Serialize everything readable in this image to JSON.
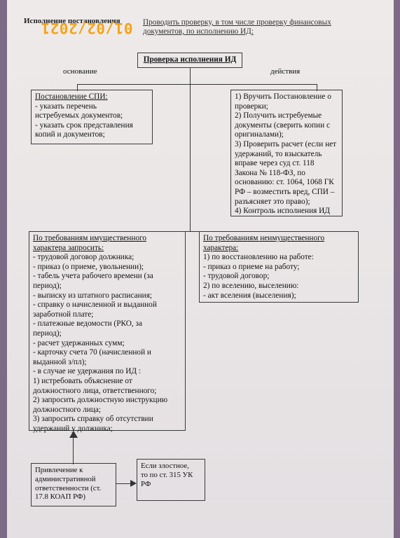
{
  "page": {
    "heading_partial": "Исполнение постановления",
    "date_stamp": "01/02/2021",
    "header_note": [
      "Проводить проверку, в том числе проверку финансовых",
      "документов, по исполнению ИД:"
    ],
    "title": "Проверка исполнения ИД",
    "label_left": "основание",
    "label_right": "действия"
  },
  "basis_box": {
    "title": "Постановление СПИ:",
    "lines": [
      "- указать перечень",
      "истребуемых документов;",
      "- указать срок представления",
      "копий и документов;"
    ]
  },
  "actions_box": {
    "lines": [
      "1) Вручить Постановление о",
      "проверки;",
      "2) Получить истребуемые",
      "документы (сверить копии с",
      "оригиналами);",
      "3) Проверить расчет (если нет",
      "удержаний, то взыскатель",
      "вправе через суд ст. 118",
      "Закона № 118-ФЗ, по",
      "основанию: ст. 1064, 1068 ГК",
      "РФ – возместить вред, СПИ –",
      "разъясняет это право);",
      "4) Контроль исполнения ИД"
    ]
  },
  "property_box": {
    "title_lines": [
      "По требованиям имущественного",
      "характера запросить:"
    ],
    "lines": [
      "- трудовой договор должника;",
      "- приказ (о приеме, увольнении);",
      "- табель учета рабочего времени (за",
      "период);",
      "- выписку из штатного расписания;",
      "- справку о начисленной и выданной",
      "заработной плате;",
      "- платежные ведомости (РКО, за",
      "период);",
      "- расчет удержанных сумм;",
      "- карточку счета 70 (начисленной и",
      "выданной з/пл);",
      "- в случае не удержания по ИД :",
      "1) истребовать объяснение от",
      "должностного лица, ответственного;",
      "2) запросить должностную инструкцию",
      "должностного лица;",
      "3) запросить справку об отсутствии",
      "удержаний у должника;"
    ]
  },
  "nonproperty_box": {
    "title_lines": [
      "По требованиям неимущественного",
      "характера:"
    ],
    "lines": [
      "1) по восстановлению на работе:",
      "- приказ о приеме на работу;",
      "- трудовой договор;",
      "2) по вселению, выселению:",
      "- акт вселения (выселения);"
    ]
  },
  "liability_box": {
    "lines": [
      "Привлечение к",
      "административной",
      "ответственности (ст.",
      "17.8 КОАП РФ)"
    ]
  },
  "malicious_box": {
    "lines": [
      "Если злостное,",
      "то по ст. 315 УК",
      "РФ"
    ]
  }
}
